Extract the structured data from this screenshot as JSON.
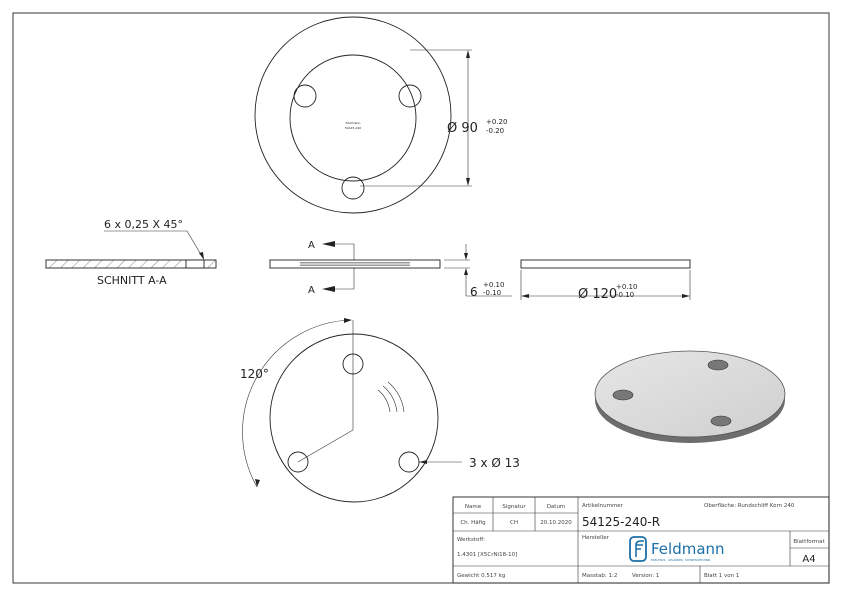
{
  "drawing": {
    "top_view": {
      "diameter_label": "Ø 90",
      "tol_plus": "+0.20",
      "tol_minus": "-0.20",
      "engraving_lines": [
        "Feldmann",
        "54125-240"
      ]
    },
    "section": {
      "chamfer_label": "6 x 0,25 X 45°",
      "title": "SCHNITT A-A",
      "cut_marker": "A"
    },
    "side_view": {
      "thickness_label": "6",
      "thickness_tol_plus": "+0.10",
      "thickness_tol_minus": "-0.10",
      "diameter_label": "Ø 120",
      "diameter_tol_plus": "+0.10",
      "diameter_tol_minus": "-0.10"
    },
    "bottom_view": {
      "angle_label": "120°",
      "holes_label": "3 x Ø 13"
    }
  },
  "title_block": {
    "name_header": "Name",
    "signatur_header": "Signatur",
    "datum_header": "Datum",
    "name_value": "Ch. Häfig",
    "signatur_value": "CH",
    "datum_value": "20.10.2020",
    "artikelnummer_label": "Artikelnummer",
    "artikelnummer_value": "54125-240-R",
    "oberflaeche": "Oberfläche:  Rundschliff Korn 240",
    "werkstoff_label": "Werkstoff:",
    "werkstoff_value": "1.4301 [X5CrNi18-10]",
    "hersteller_label": "Hersteller",
    "logo_text": "Feldmann",
    "logo_tagline": "EDELSTAHL · GELÄNDER · SCHWEISSTECHNIK",
    "blattformat_label": "Blattformat",
    "blattformat_value": "A4",
    "gewicht": "Gewicht 0.517 kg",
    "massstab": "Masstab: 1:2",
    "version": "Version: 1",
    "blatt": "Blatt 1 von 1",
    "logo_color": "#1a6fa8"
  }
}
